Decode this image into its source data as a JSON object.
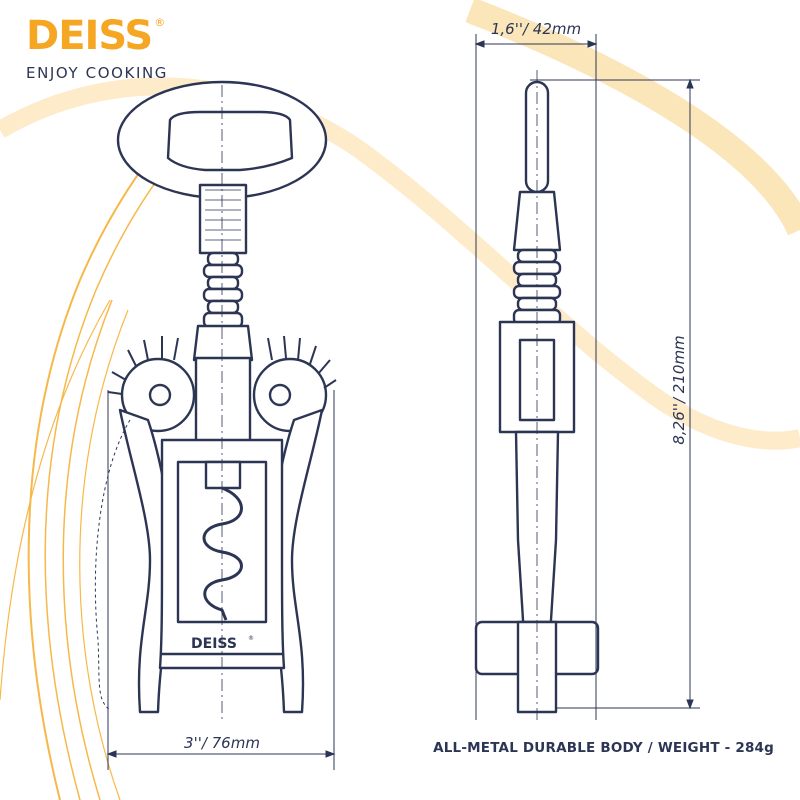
{
  "brand": {
    "logo_text": "DEISS",
    "registered_mark": "®",
    "tagline": "ENJOY COOKING"
  },
  "product": {
    "stamp_text": "DEISS",
    "stamp_mark": "®"
  },
  "dimensions": {
    "width": "3''/ 76mm",
    "depth": "1,6''/ 42mm",
    "height": "8,26''/ 210mm"
  },
  "caption": "ALL-METAL DURABLE BODY / WEIGHT - 284g",
  "colors": {
    "accent": "#f5a623",
    "line": "#2c3554",
    "swoosh": "#fbe3b3"
  }
}
